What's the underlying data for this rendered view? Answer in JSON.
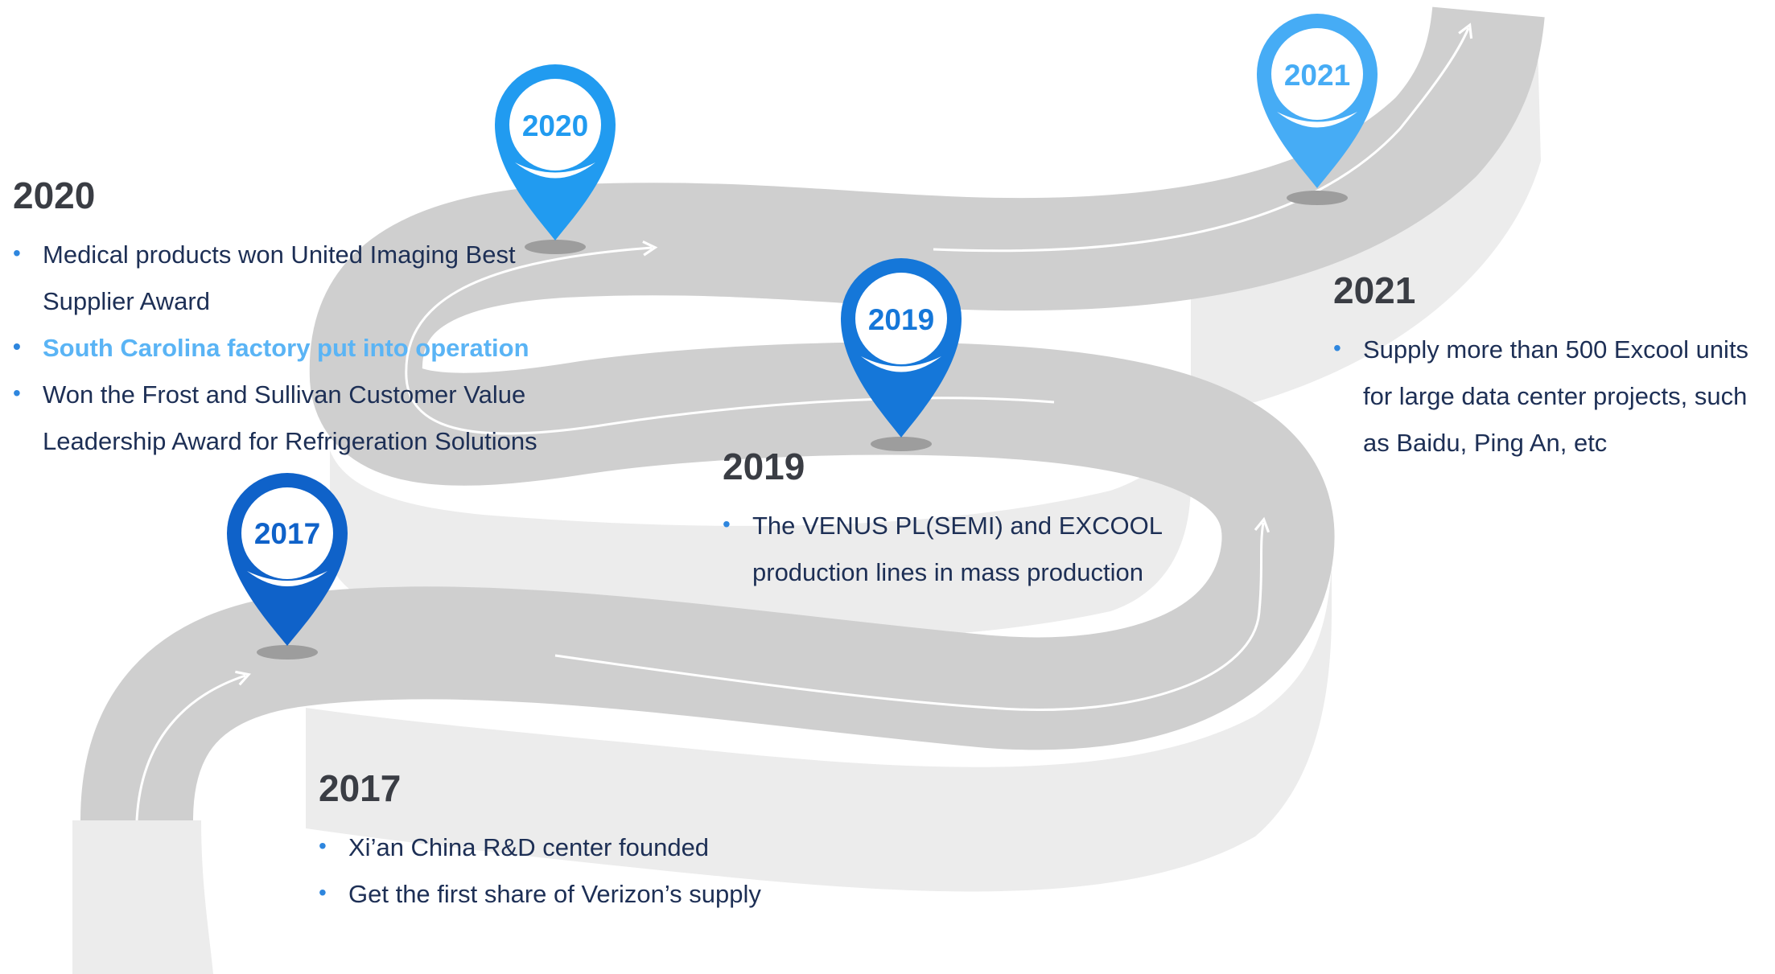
{
  "markers": [
    {
      "label": "2017",
      "color": "#0f62c9"
    },
    {
      "label": "2019",
      "color": "#1577d9"
    },
    {
      "label": "2020",
      "color": "#219bf0"
    },
    {
      "label": "2021",
      "color": "#46acf5"
    }
  ],
  "milestones": {
    "y2020": {
      "year": "2020",
      "items": [
        "Medical products won United Imaging Best Supplier Award",
        "South Carolina factory put into operation",
        "Won the Frost and Sullivan Customer Value Leadership Award for Refrigeration Solutions"
      ]
    },
    "y2019": {
      "year": "2019",
      "items": [
        "The VENUS PL(SEMI) and EXCOOL production lines in mass production"
      ]
    },
    "y2021": {
      "year": "2021",
      "items": [
        "Supply more than 500 Excool units for large data center projects, such as Baidu, Ping An, etc"
      ]
    },
    "y2017": {
      "year": "2017",
      "items": [
        "Xi’an China R&D center founded",
        "Get the first share of Verizon’s supply"
      ]
    }
  },
  "colors": {
    "road": "#cfcfcf",
    "road_side": "#ececec",
    "lane_line": "#ffffff",
    "heading": "#3a3d44",
    "body_text": "#1d2f55",
    "highlight": "#5ab4f5",
    "bullet": "#2e86de"
  }
}
